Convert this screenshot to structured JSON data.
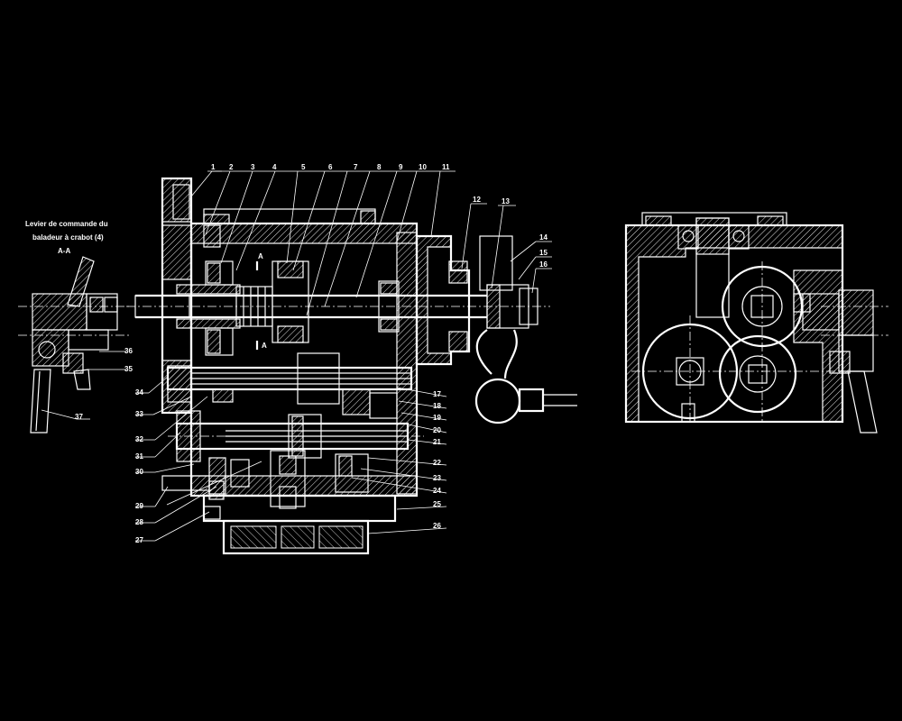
{
  "caption": {
    "line1": "Levier de commande du",
    "line2": "baladeur à crabot (4)",
    "section": "A-A"
  },
  "section_mark": "A",
  "part_numbers": [
    "1",
    "2",
    "3",
    "4",
    "5",
    "6",
    "7",
    "8",
    "9",
    "10",
    "11",
    "12",
    "13",
    "14",
    "15",
    "16",
    "17",
    "18",
    "19",
    "20",
    "21",
    "22",
    "23",
    "24",
    "25",
    "26",
    "27",
    "28",
    "29",
    "30",
    "31",
    "32",
    "33",
    "34",
    "35",
    "36",
    "37"
  ]
}
